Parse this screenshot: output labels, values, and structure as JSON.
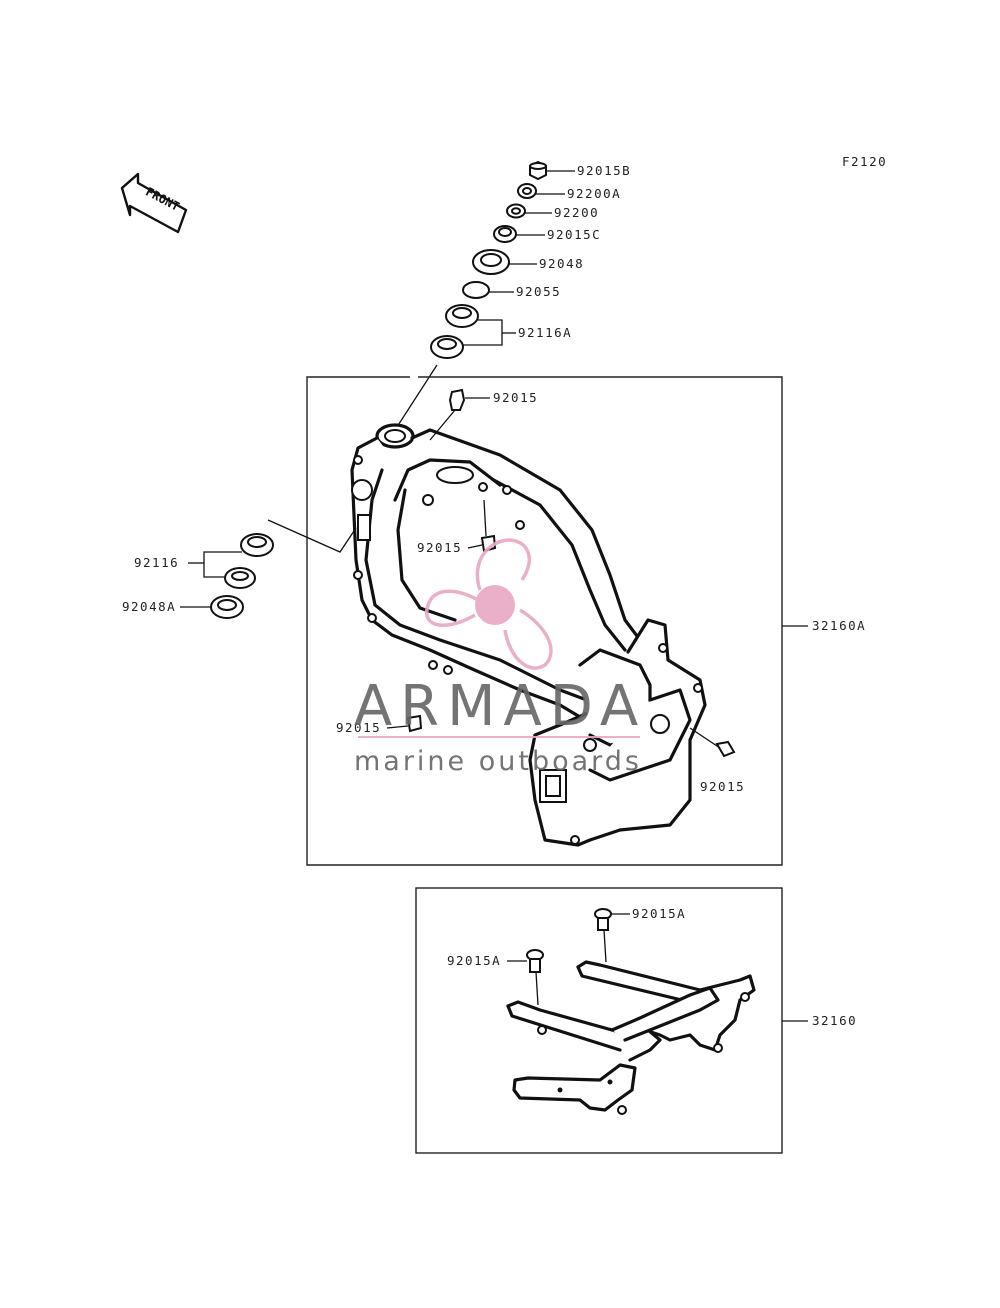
{
  "diagram_code": "F2120",
  "front_label": "FRONT",
  "labels": {
    "p92015B": "92015B",
    "p92200A": "92200A",
    "p92200": "92200",
    "p92015C": "92015C",
    "p92048": "92048",
    "p92055": "92055",
    "p92116A": "92116A",
    "p92015_top": "92015",
    "p92015_mid": "92015",
    "p92116": "92116",
    "p92048A": "92048A",
    "p32160A": "32160A",
    "p92015_low": "92015",
    "p92015_right": "92015",
    "p92015A_right": "92015A",
    "p92015A_left": "92015A",
    "p32160": "32160"
  },
  "watermark": {
    "brand": "ARMADA",
    "tagline": "marine outboards",
    "color": "#e8a7c4"
  }
}
